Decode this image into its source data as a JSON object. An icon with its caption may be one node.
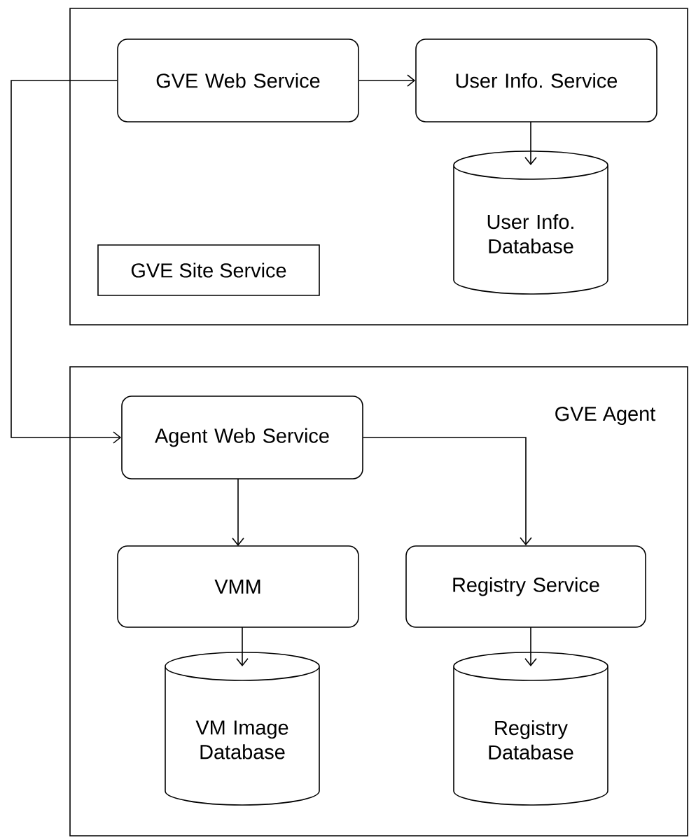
{
  "diagram": {
    "nodes": [
      {
        "text": [
          "GVE Site Service"
        ]
      },
      {
        "text": [
          "GVE Web Service"
        ],
        "in": 0
      },
      {
        "text": [
          "User Info. Service"
        ],
        "in": 0
      },
      {
        "text": [
          "User Info. Database"
        ],
        "in": 0
      },
      {
        "text": [
          "GVE Agent"
        ]
      },
      {
        "text": [
          "Agent Web Service"
        ],
        "in": 4
      },
      {
        "text": [
          "VMM"
        ],
        "in": 4
      },
      {
        "text": [
          "Registry Service"
        ],
        "in": 4
      },
      {
        "text": [
          "VM Image Database"
        ],
        "in": 4
      },
      {
        "text": [
          "Registry Database"
        ],
        "in": 4
      }
    ],
    "edges": [
      {
        "from": 1,
        "to": 2,
        "arrow": "to"
      },
      {
        "from": 2,
        "to": 3,
        "arrow": "to"
      },
      {
        "from": 1,
        "to": 5,
        "arrow": "to"
      },
      {
        "from": 5,
        "to": 6,
        "arrow": "to"
      },
      {
        "from": 5,
        "to": 7,
        "arrow": "to"
      },
      {
        "from": 6,
        "to": 8,
        "arrow": "to"
      },
      {
        "from": 7,
        "to": 9,
        "arrow": "to"
      }
    ]
  }
}
